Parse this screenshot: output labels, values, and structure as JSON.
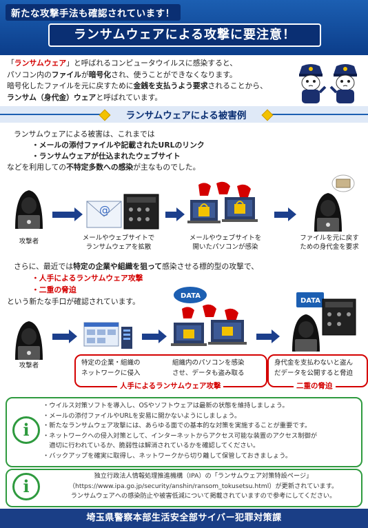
{
  "header": {
    "tagline": "新たな攻撃手法も確認されています！",
    "title": "ランサムウェアによる攻撃に要注意！"
  },
  "intro": {
    "q1": "「",
    "ransomware": "ランサムウェア",
    "l1": "」と呼ばれるコンピュータウイルスに感染すると、",
    "l2a": "パソコン内の",
    "l2b": "ファイル",
    "l2c": "が",
    "l2d": "暗号化",
    "l2e": "され、使うことができなくなります。",
    "l3a": "暗号化したファイルを元に戻すために",
    "l3b": "金銭を支払うよう要求",
    "l3c": "されることから、",
    "l4a": "ランサム（身代金）ウェア",
    "l4b": "と呼ばれています。"
  },
  "section": {
    "title": "ランサムウェアによる被害例"
  },
  "damage": {
    "p1": "ランサムウェアによる被害は、これまでは",
    "b1": "・メールの添付ファイルや記載されたURLのリンク",
    "b2": "・ランサムウェアが仕込まれたウェブサイト",
    "p2a": "などを利用しての",
    "p2b": "不特定多数への感染",
    "p2c": "が主なものでした。"
  },
  "flow1": {
    "attacker": "攻撃者",
    "step1": [
      "メールやウェブサイトで",
      "ランサムウェアを拡散"
    ],
    "step2": [
      "メールやウェブサイトを",
      "開いたパソコンが感染"
    ],
    "step3": [
      "ファイルを元に戻す",
      "ための身代金を要求"
    ]
  },
  "targeted": {
    "p1a": "さらに、最近では",
    "p1b": "特定の企業や組織を狙って",
    "p1c": "感染させる標的型の攻撃で、",
    "r1": "・人手によるランサムウェア攻撃",
    "r2": "・二重の脅迫",
    "p2": "という新たな手口が確認されています。"
  },
  "flow2": {
    "attacker": "攻撃者",
    "data_label": "DATA",
    "box1a": [
      "特定の企業・組織の",
      "ネットワークに侵入"
    ],
    "box1b": [
      "組織内のパソコンを感染",
      "させ、データも盗み取る"
    ],
    "label1": "人手によるランサムウェア攻撃",
    "box2": [
      "身代金を支払わないと盗ん",
      "だデータを公開すると脅迫"
    ],
    "label2": "二重の脅迫"
  },
  "advice": {
    "items": [
      "・ウイルス対策ソフトを導入し、OSやソフトウェアは最新の状態を維持しましょう。",
      "・メールの添付ファイルやURLを安易に開かないようにしましょう。",
      "・新たなランサムウェア攻撃には、あらゆる面での基本的な対策を実施することが重要です。",
      "・ネットワークへの侵入対策として、インターネットからアクセス可能な装置のアクセス制御が",
      "　適切に行われているか、脆弱性は解消されているかを確認してください。",
      "・バックアップを確実に取得し、ネットワークから切り離して保管しておきましょう。"
    ]
  },
  "ipa": {
    "l1": "独立行政法人情報処理推進機構（IPA）の「ランサムウェア対策特設ページ」",
    "l2": "（https://www.ipa.go.jp/security/anshin/ransom_tokusetsu.html）が更新されています。",
    "l3": "ランサムウェアへの感染防止や被害低減について掲載されていますので参考にしてください。"
  },
  "footer": {
    "text": "埼玉県警察本部生活安全部サイバー犯罪対策課"
  },
  "colors": {
    "navy": "#0a2f73",
    "blue": "#1c5fb2",
    "red": "#d40000",
    "green": "#2e9a3e"
  }
}
